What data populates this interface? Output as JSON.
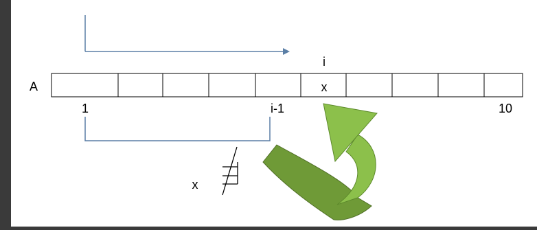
{
  "diagram": {
    "array_name": "A",
    "cell_count": 10,
    "current_index_label": "i",
    "current_cell_value": "x",
    "label_start": "1",
    "label_prev": "i-1",
    "label_end": "10",
    "not_equal_left": "x",
    "colors": {
      "background": "#3a3a3a",
      "canvas": "#ffffff",
      "line_blue": "#5b7fa6",
      "arrow_light_green": "#8cc04b",
      "arrow_dark_green": "#6f9a37",
      "outline": "#000000"
    }
  }
}
